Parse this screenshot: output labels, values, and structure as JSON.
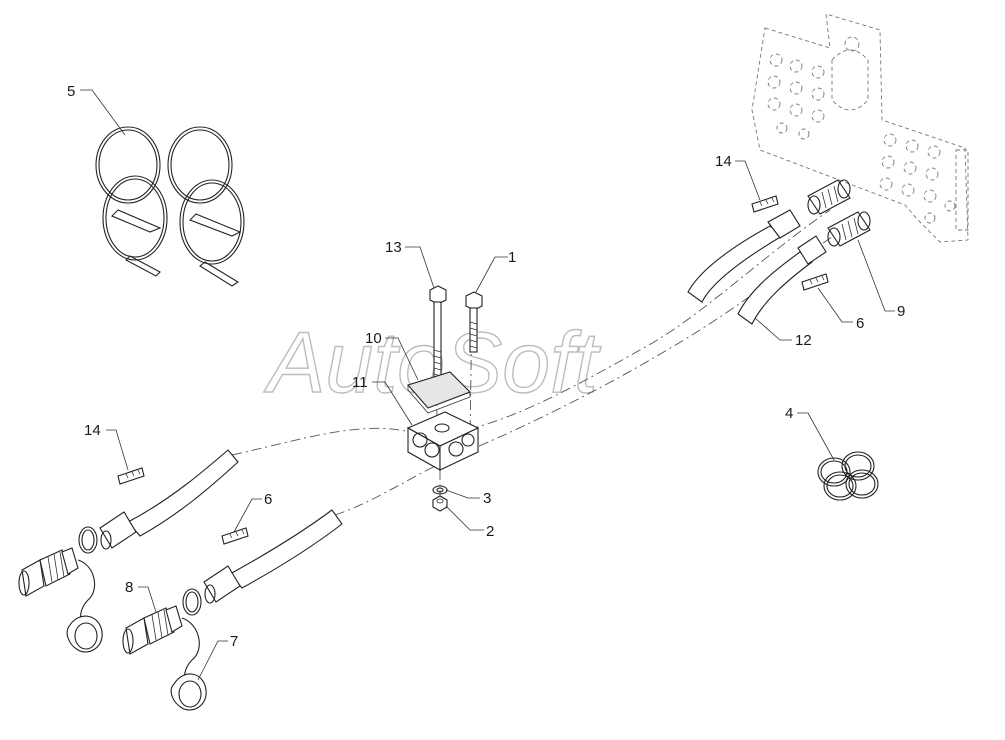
{
  "watermark": "AutoSoft",
  "callouts": [
    {
      "id": "c1",
      "label": "1"
    },
    {
      "id": "c2",
      "label": "2"
    },
    {
      "id": "c3",
      "label": "3"
    },
    {
      "id": "c4",
      "label": "4"
    },
    {
      "id": "c5",
      "label": "5"
    },
    {
      "id": "c6a",
      "label": "6"
    },
    {
      "id": "c6b",
      "label": "6"
    },
    {
      "id": "c7",
      "label": "7"
    },
    {
      "id": "c8",
      "label": "8"
    },
    {
      "id": "c9",
      "label": "9"
    },
    {
      "id": "c10",
      "label": "10"
    },
    {
      "id": "c11",
      "label": "11"
    },
    {
      "id": "c12",
      "label": "12"
    },
    {
      "id": "c13",
      "label": "13"
    },
    {
      "id": "c14a",
      "label": "14"
    },
    {
      "id": "c14b",
      "label": "14"
    }
  ]
}
